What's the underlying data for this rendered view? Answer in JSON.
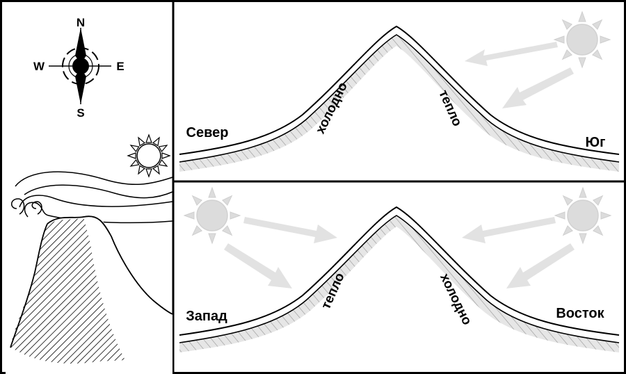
{
  "compass": {
    "north": "N",
    "south": "S",
    "west": "W",
    "east": "E"
  },
  "top_panel": {
    "left_label": "Север",
    "right_label": "Юг",
    "left_slope_label": "холодно",
    "right_slope_label": "тепло"
  },
  "bottom_panel": {
    "left_label": "Запад",
    "right_label": "Восток",
    "left_slope_label": "тепло",
    "right_slope_label": "холодно"
  },
  "colors": {
    "line": "#000000",
    "sun_faded": "#dcdcdc",
    "arrow_faded": "#e2e2e2",
    "hatch": "#d9d9d9",
    "background": "#ffffff"
  }
}
